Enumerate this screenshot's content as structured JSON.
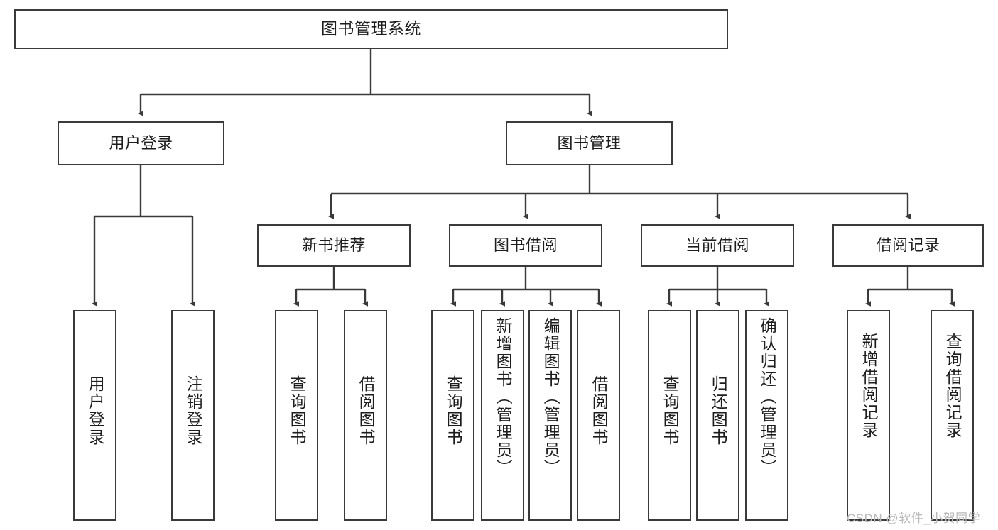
{
  "diagram": {
    "title": "图书管理系统",
    "type": "tree",
    "orientation": "top-down",
    "line_color": "#3a3a3a",
    "box_fill": "#ffffff",
    "text_color": "#1d1d1d",
    "levels": {
      "root": [
        "图书管理系统"
      ],
      "level2": [
        "用户登录",
        "图书管理"
      ],
      "level3": [
        "新书推荐",
        "图书借阅",
        "当前借阅",
        "借阅记录"
      ],
      "leaves": [
        "用户登录",
        "注销登录",
        "查询图书",
        "借阅图书",
        "查询图书",
        "新增图书（管理员）",
        "编辑图书（管理员）",
        "借阅图书",
        "查询图书",
        "归还图书",
        "确认归还（管理员）",
        "新增借阅记录",
        "查询借阅记录"
      ]
    },
    "nodes": {
      "root": {
        "label": "图书管理系统"
      },
      "user_login": {
        "label": "用户登录"
      },
      "book_manage": {
        "label": "图书管理"
      },
      "new_book_rec": {
        "label": "新书推荐"
      },
      "book_borrow": {
        "label": "图书借阅"
      },
      "current_borrow": {
        "label": "当前借阅"
      },
      "borrow_record": {
        "label": "借阅记录"
      },
      "leaf_user_login": {
        "label": "用户登录"
      },
      "leaf_logout": {
        "label": "注销登录"
      },
      "leaf_query_book_1": {
        "label": "查询图书"
      },
      "leaf_borrow_book_1": {
        "label": "借阅图书"
      },
      "leaf_query_book_2": {
        "label": "查询图书"
      },
      "leaf_add_book": {
        "label": "新增图书（管理员）"
      },
      "leaf_edit_book": {
        "label": "编辑图书（管理员）"
      },
      "leaf_borrow_book_2": {
        "label": "借阅图书"
      },
      "leaf_query_book_3": {
        "label": "查询图书"
      },
      "leaf_return_book": {
        "label": "归还图书"
      },
      "leaf_confirm_return": {
        "label": "确认归还（管理员）"
      },
      "leaf_add_record": {
        "label": "新增借阅记录"
      },
      "leaf_query_record": {
        "label": "查询借阅记录"
      }
    }
  },
  "watermark": {
    "text": "CSDN @软件_小贺同学"
  }
}
